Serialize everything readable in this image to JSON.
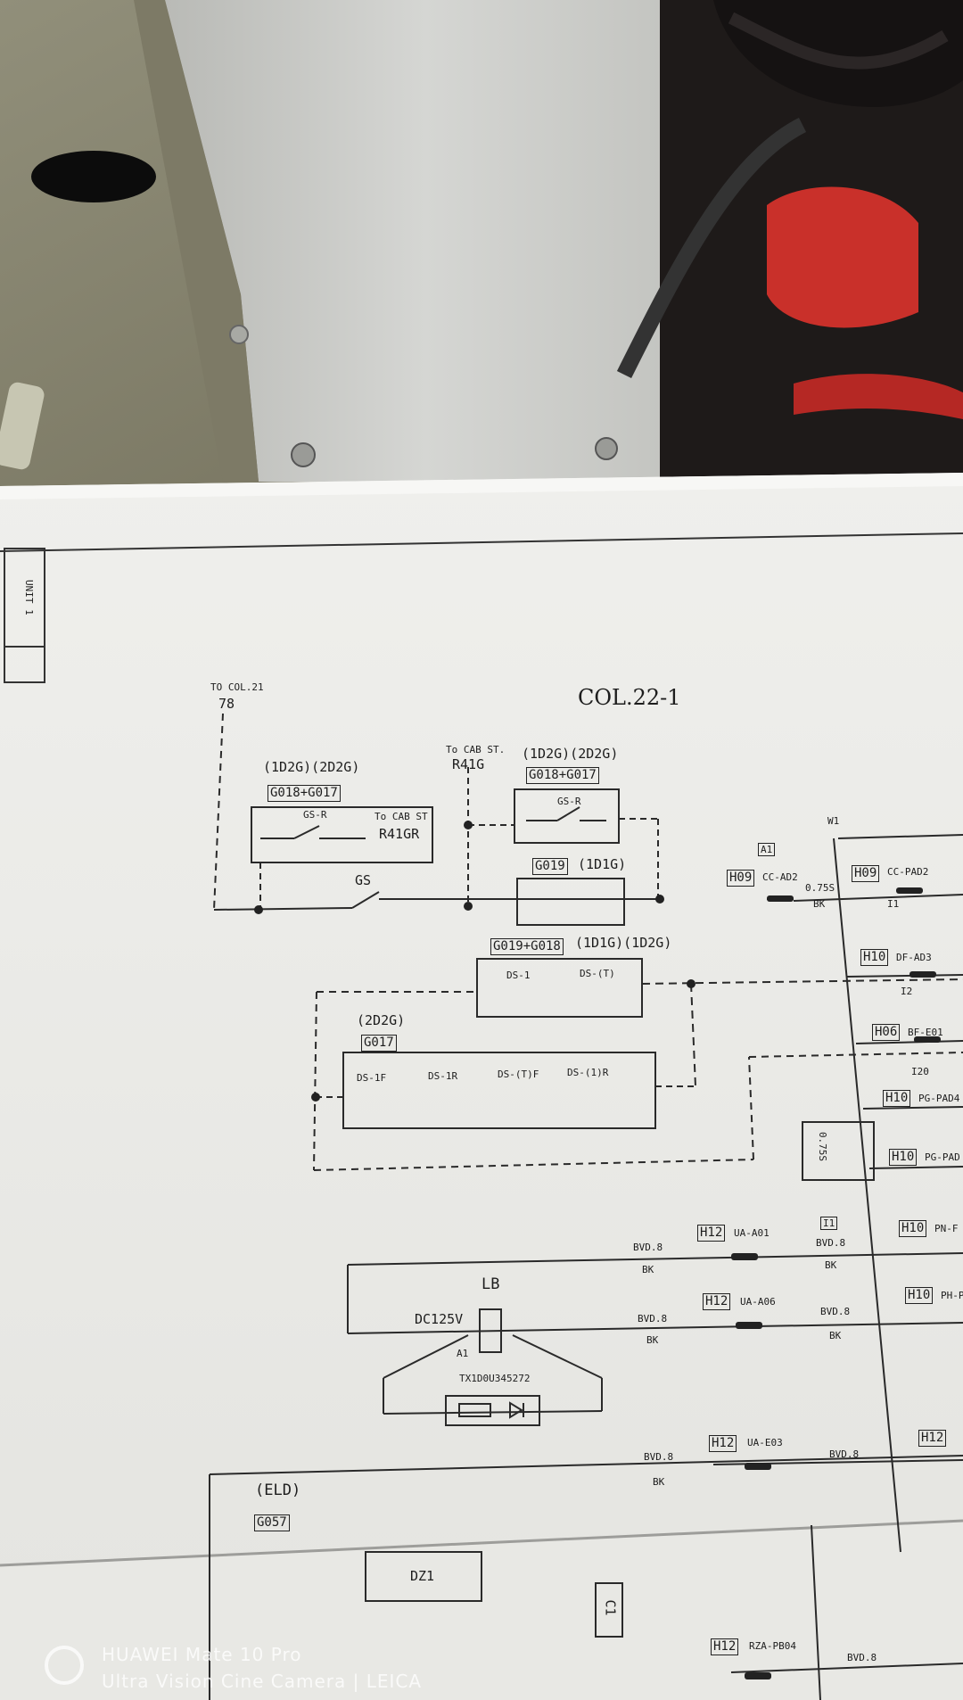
{
  "photo": {
    "colors": {
      "paper": "#eeeeea",
      "cabinet": "#c9cac7",
      "wall": "#8d8a74",
      "dark": "#201c1b",
      "accent": "#c9302a"
    }
  },
  "schematic": {
    "title": "COL.22-1",
    "to_col": "TO COL.21",
    "col_ref": "78",
    "to_cab": "To CAB ST.",
    "r41g": "R41G",
    "group1": {
      "tag": "(1D2G)(2D2G)",
      "box": "G018+G017",
      "switch": "GS-R",
      "dest": "To CAB ST",
      "dest_ref": "R41GR"
    },
    "group2": {
      "tag": "(1D2G)(2D2G)",
      "box": "G018+G017",
      "switch": "GS-R"
    },
    "gs_label": "GS",
    "group3": {
      "box": "G019",
      "tag": "(1D1G)"
    },
    "group4": {
      "box": "G019+G018",
      "tag": "(1D1G)(1D2G)",
      "sw1": "DS-1",
      "sw2": "DS-(T)"
    },
    "group5": {
      "tag": "(2D2G)",
      "box": "G017",
      "sw1": "DS-1F",
      "sw2": "DS-1R",
      "sw3": "DS-(T)F",
      "sw4": "DS-(1)R"
    },
    "terminals": {
      "a1": "A1",
      "h09": "H09",
      "h09b": "H09",
      "h06": "H06",
      "h10a": "H10",
      "h10b": "H10",
      "h12a": "H12",
      "h12b": "H12",
      "h12c": "H12",
      "h12d": "H12",
      "h10c": "H10",
      "h10d": "H10",
      "h10e": "H10",
      "h12e": "H12",
      "cc_ad2": "CC-AD2",
      "cc_pad": "CC-PAD2",
      "df_ad3": "DF-AD3",
      "bf_e01": "BF-E01",
      "pg_pad": "PG-PAD4",
      "pg_pad2": "PG-PAD",
      "ua_a01": "UA-A01",
      "ua_a06": "UA-A06",
      "ua_e03": "UA-E03",
      "rza_pb04": "RZA-PB04",
      "ph": "PH-P",
      "pnf": "PN-F",
      "w1": "W1",
      "i1": "I1",
      "ll": "I2",
      "mm": "I20",
      "val_0735": "0.75S",
      "val_075": "0.75S",
      "bk": "BK",
      "bk2": "BK",
      "bk3": "BK",
      "bk4": "BK",
      "bk5": "BK",
      "bk6": "BK",
      "bvd8a": "BVD.8",
      "bvd8b": "BVD.8",
      "bvd8c": "BVD.8",
      "bvd8d": "BVD.8",
      "bvd8e": "BVD.8",
      "bvd8f": "BVD.8",
      "bvd8g": "BVD.8"
    },
    "lb": {
      "name": "LB",
      "voltage": "DC125V",
      "a1": "A1",
      "part": "TX1D0U345272"
    },
    "eld": {
      "name": "(ELD)",
      "box": "G057",
      "dz1": "DZ1",
      "c1": "C1"
    },
    "side_note": "UNIT 1"
  },
  "camera": {
    "line1": "HUAWEI Mate 10 Pro",
    "line2": "Ultra Vision Cine Camera | LEICA"
  }
}
